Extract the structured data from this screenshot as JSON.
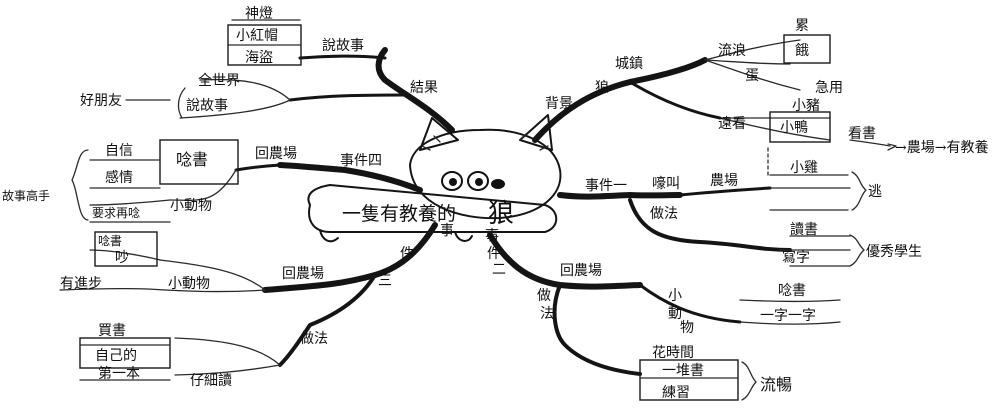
{
  "center": {
    "title": "一隻有教養的",
    "title_end": "狼"
  },
  "top_left": {
    "branch": "結果",
    "node1": "說故事",
    "node1_items": [
      "神燈",
      "小紅帽",
      "海盜"
    ],
    "node2": "好朋友",
    "node2_items": [
      "全世界",
      "說故事"
    ]
  },
  "top_right": {
    "branch": "背景",
    "wolf": "狼",
    "place": "城鎮",
    "wander": "流浪",
    "wander_items": [
      "累",
      "餓",
      "蛋",
      "急用"
    ],
    "far": "遠看",
    "far_items": [
      "小豬",
      "小鴨"
    ],
    "look": "看書",
    "farm_result": "→農場→有教養"
  },
  "left_mid": {
    "branch": "事件四",
    "back_farm": "回農場",
    "read": "唸書",
    "items": [
      "自信",
      "感情"
    ],
    "animals": "小動物",
    "ask": "要求再唸",
    "group_label": "故事高手"
  },
  "left_low": {
    "branch_a": "事",
    "branch_b": "件",
    "branch_c": "三",
    "back_farm": "回農場",
    "noise": [
      "唸書",
      "吵"
    ],
    "animal": "小動物",
    "improve": "有進步",
    "method": "做法",
    "items": [
      "買書",
      "自己的",
      "第一本"
    ],
    "careful": "仔細讀"
  },
  "right_mid": {
    "branch": "事件一",
    "howl": "嚎叫",
    "farm": "農場",
    "chicken": "小雞",
    "escape": "逃",
    "method": "做法",
    "study": [
      "讀書",
      "寫字"
    ],
    "good": "優秀學生"
  },
  "right_low": {
    "branch_a": "事",
    "branch_b": "件",
    "branch_c": "二",
    "back_farm": "回農場",
    "method_a": "做",
    "method_b": "法",
    "animal_a": "小",
    "animal_b": "動",
    "animal_c": "物",
    "read": "唸書",
    "word": "一字一字",
    "time": "花時間",
    "items": [
      "一堆書",
      "練習"
    ],
    "fluent": "流暢"
  }
}
